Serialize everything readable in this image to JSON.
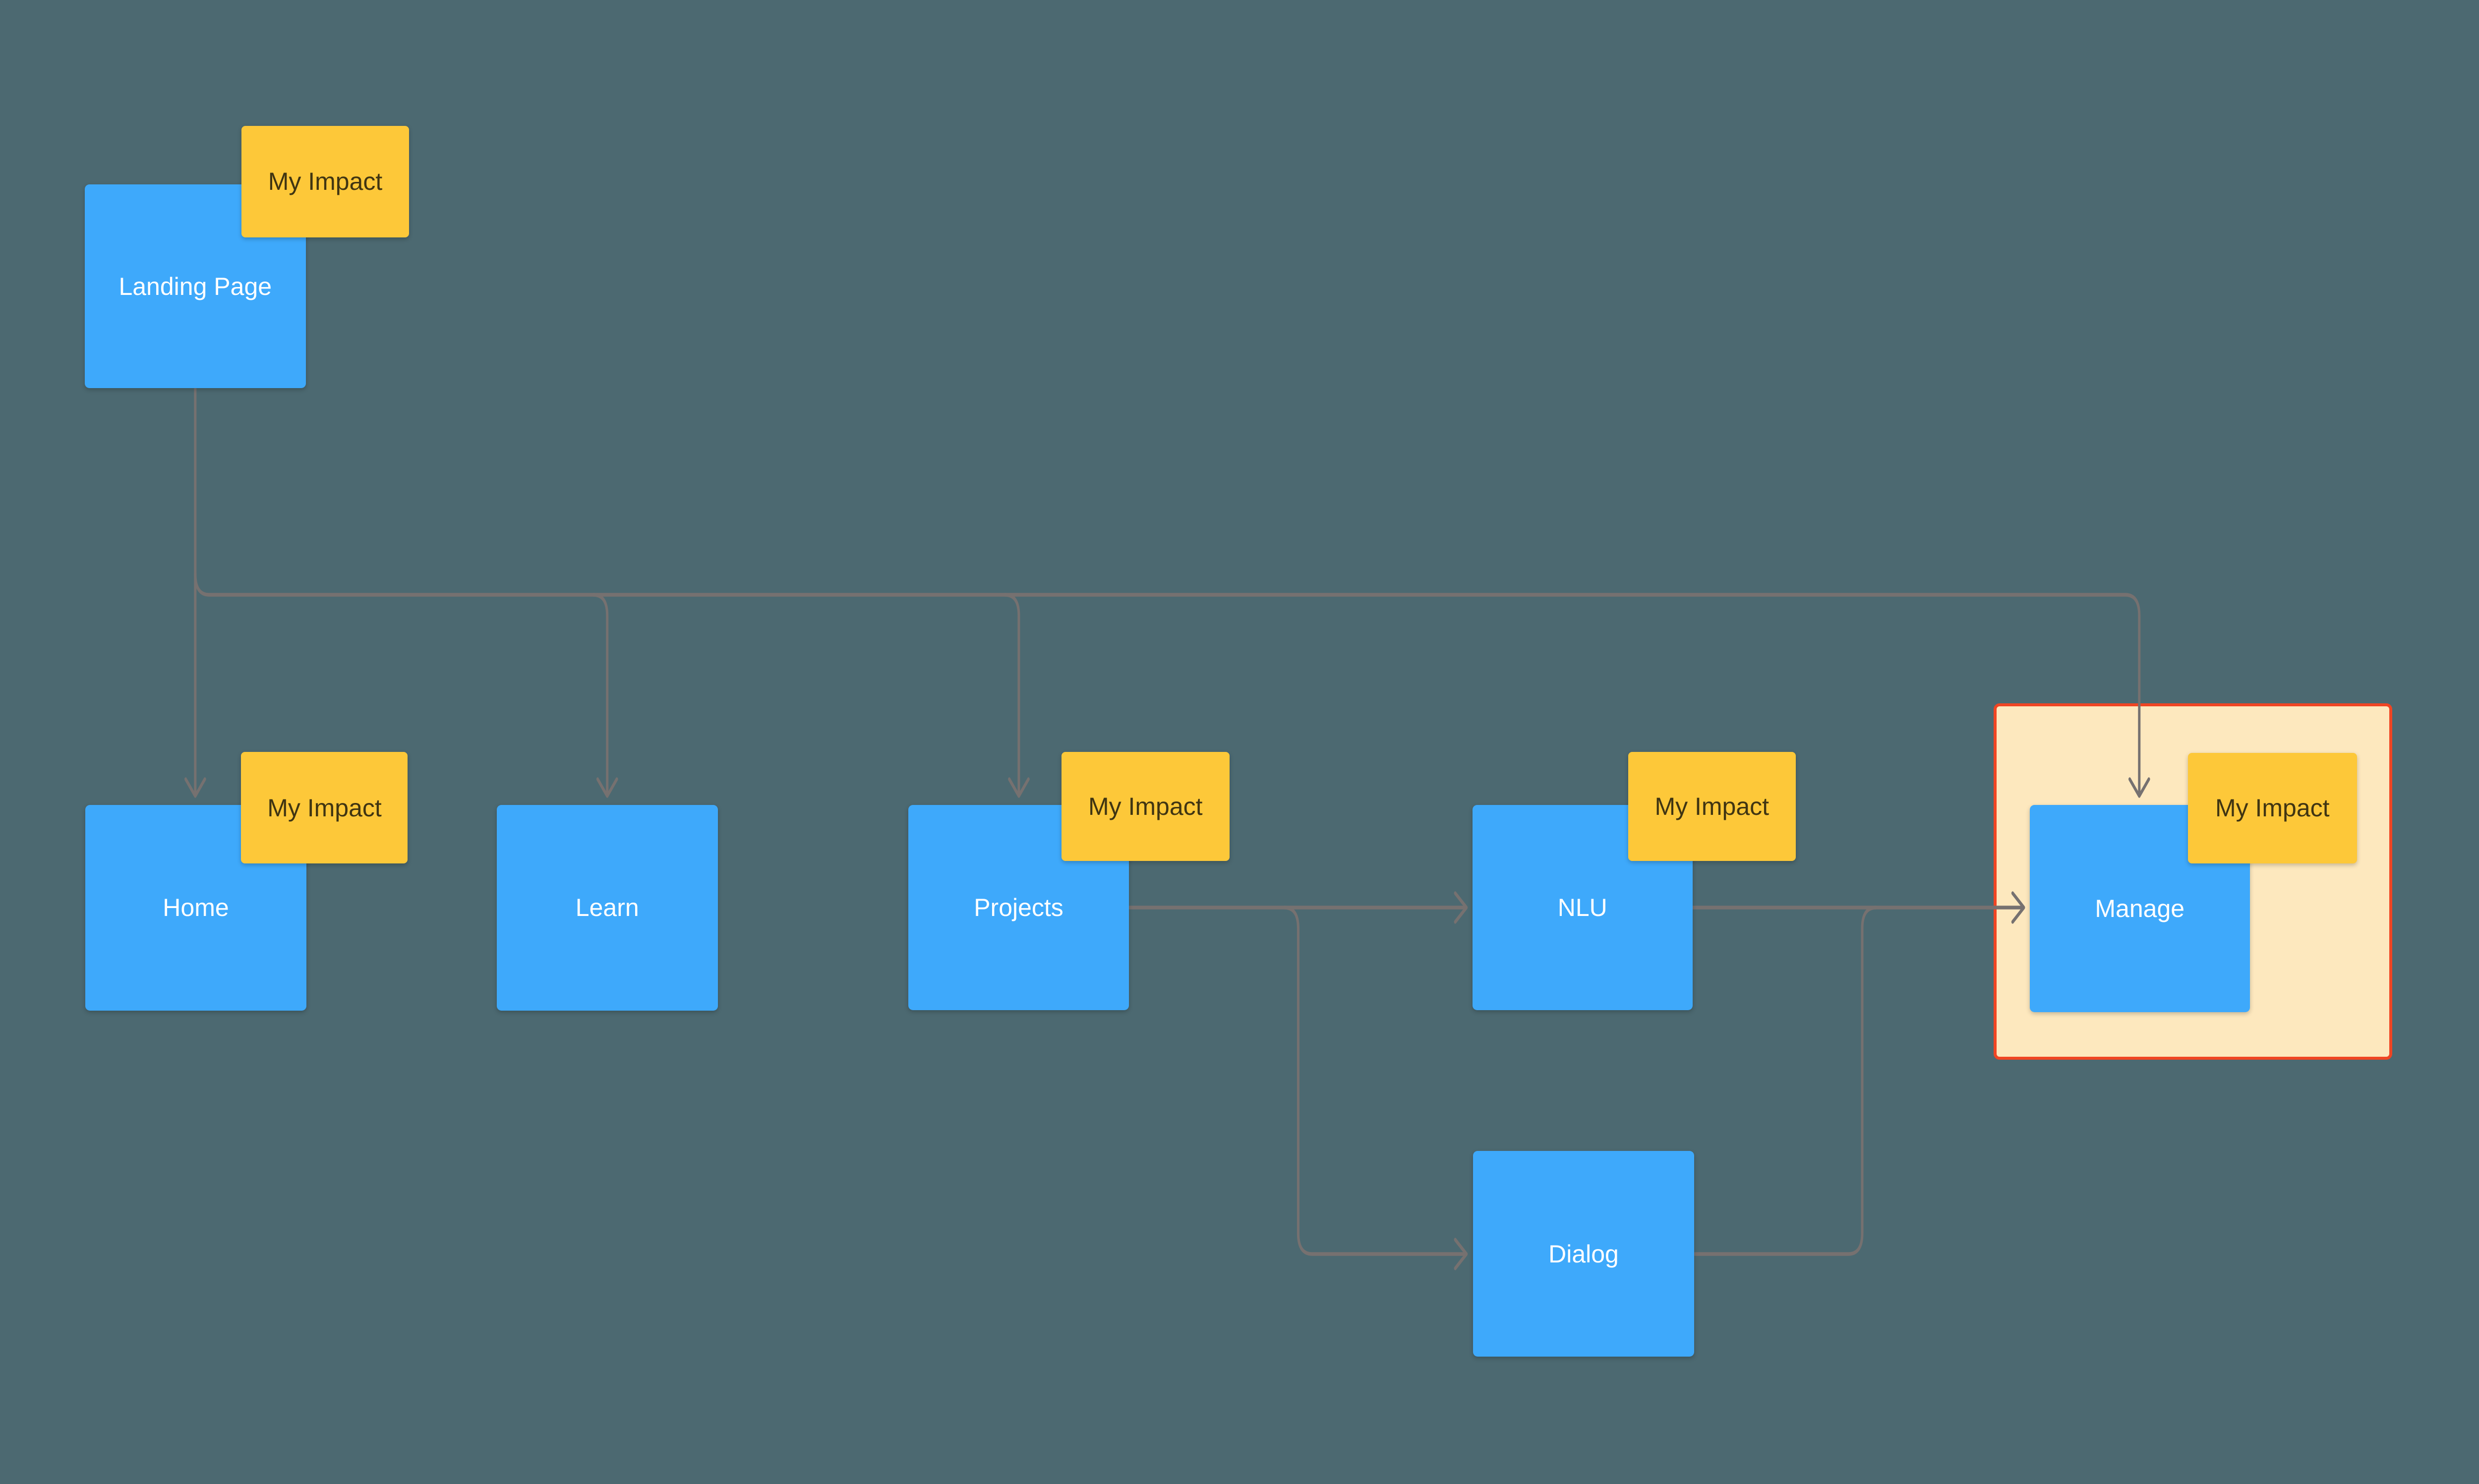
{
  "diagram": {
    "type": "flowchart",
    "badge_label": "My Impact",
    "nodes": {
      "landing": {
        "label": "Landing Page"
      },
      "home": {
        "label": "Home"
      },
      "learn": {
        "label": "Learn"
      },
      "projects": {
        "label": "Projects"
      },
      "nlu": {
        "label": "NLU"
      },
      "dialog": {
        "label": "Dialog"
      },
      "manage": {
        "label": "Manage"
      }
    },
    "edges": [
      "Landing Page -> Home",
      "Landing Page -> Learn",
      "Landing Page -> Projects",
      "Landing Page -> Manage",
      "Projects -> NLU",
      "Projects -> Dialog",
      "NLU -> Manage",
      "Dialog -> Manage"
    ],
    "highlighted_group": "Manage",
    "colors": {
      "background": "#4C6971",
      "node_fill": "#3EA9FB",
      "node_text": "#FFFFFF",
      "badge_fill": "#FDC839",
      "badge_text": "#403512",
      "connector": "#767170",
      "highlight_fill": "#FDE8BE",
      "highlight_border": "#EF4523"
    }
  }
}
